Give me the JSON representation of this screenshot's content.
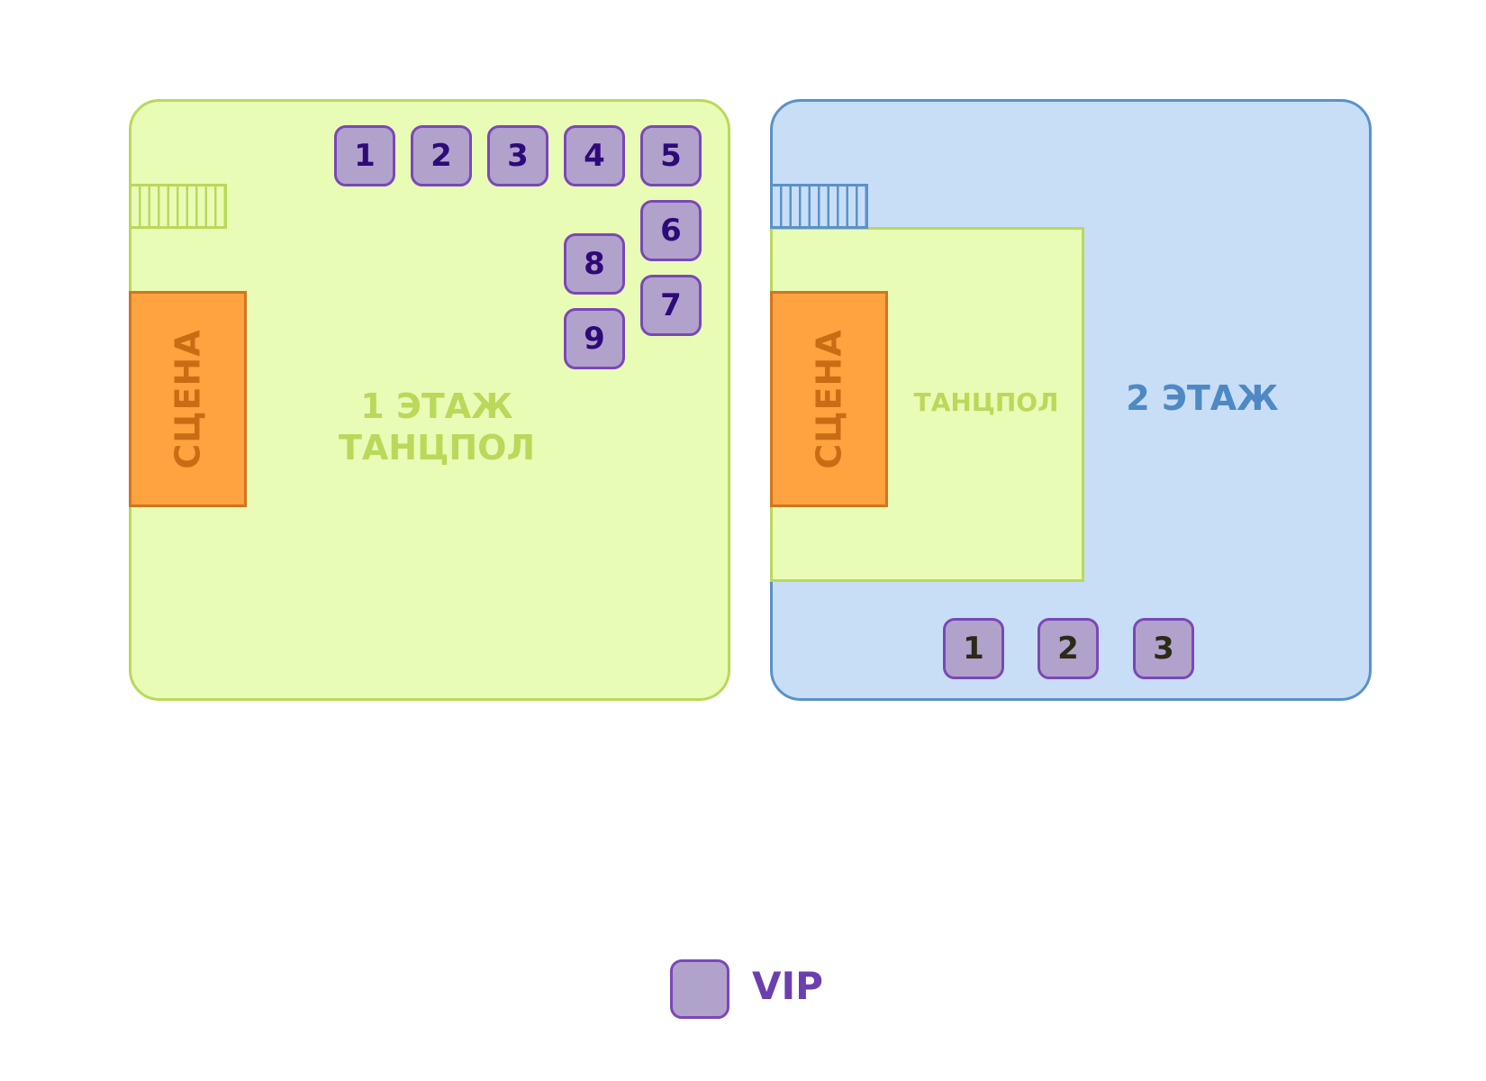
{
  "floor1": {
    "label_line1": "1 ЭТАЖ",
    "label_line2": "ТАНЦПОЛ",
    "stage_label": "СЦЕНА",
    "tables": [
      "1",
      "2",
      "3",
      "4",
      "5",
      "6",
      "7",
      "8",
      "9"
    ]
  },
  "floor2": {
    "label": "2 ЭТАЖ",
    "dancefloor_label": "ТАНЦПОЛ",
    "stage_label": "СЦЕНА",
    "tables": [
      "1",
      "2",
      "3"
    ]
  },
  "legend": {
    "vip_label": "VIP"
  },
  "colors": {
    "floor1_fill": "#e9fcb6",
    "floor1_border": "#b9d95a",
    "floor2_fill": "#c8def7",
    "floor2_border": "#5a92c9",
    "stage_fill": "#ffa240",
    "vip_fill": "#b1a2cc",
    "vip_border": "#7b47b8"
  }
}
